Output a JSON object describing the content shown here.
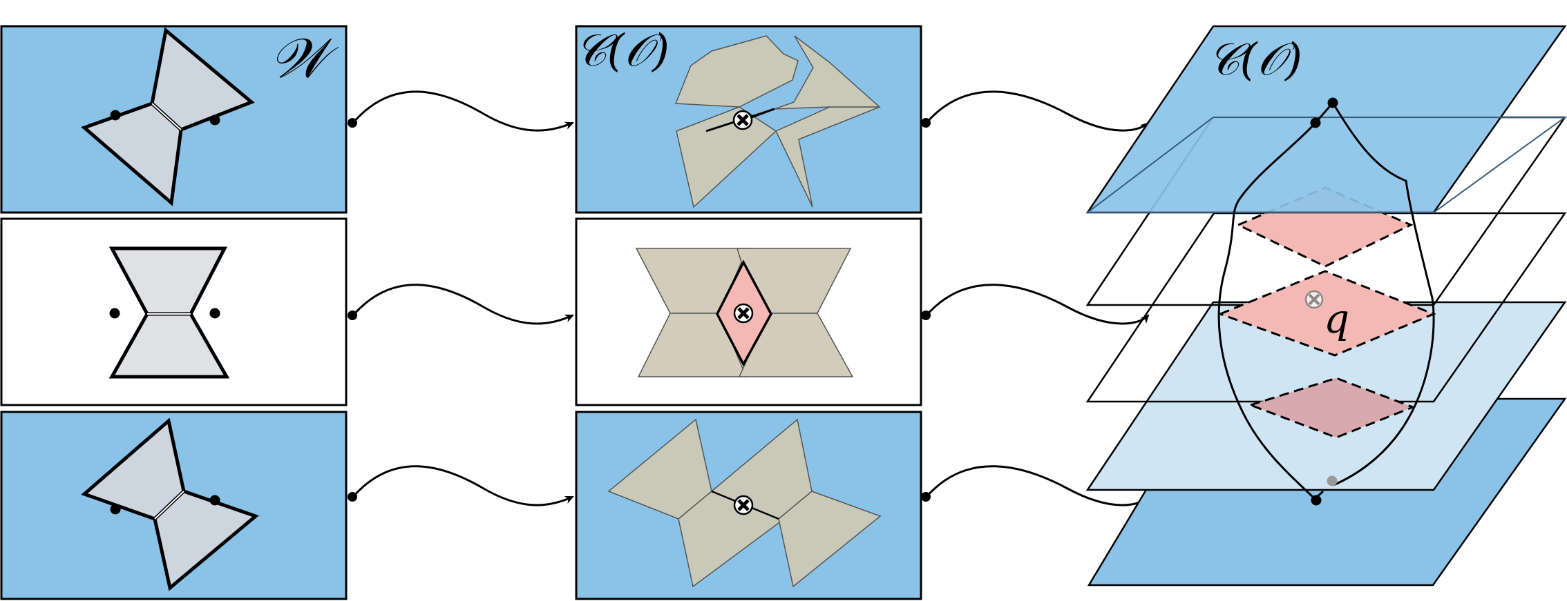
{
  "labels": {
    "w": "𝒲",
    "c_o_middle": "𝒞(𝒪)",
    "c_o_right": "𝒞(𝒪)",
    "q": "q"
  },
  "colors": {
    "sky": "#8bc3e8",
    "light_blue": "#cfe5f3",
    "gray_bow": "#cdd6de",
    "olive_bow": "#c9c9b9",
    "tan_bow": "#d3ccba",
    "pink": "#f4b9b4",
    "stroke": "#000000"
  }
}
